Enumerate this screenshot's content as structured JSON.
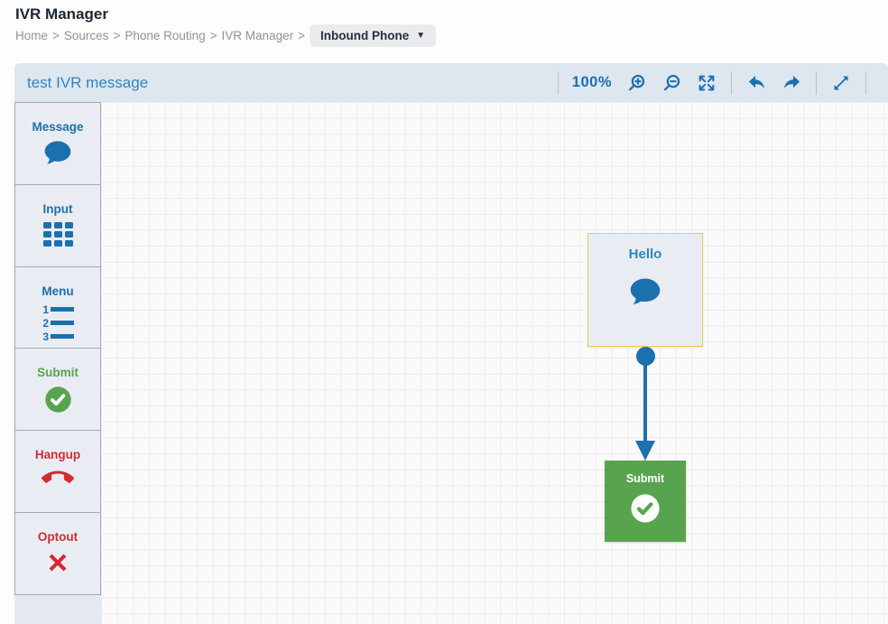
{
  "page": {
    "title": "IVR Manager"
  },
  "breadcrumb": {
    "items": [
      "Home",
      "Sources",
      "Phone Routing",
      "IVR Manager"
    ],
    "separator": ">",
    "selector_label": "Inbound Phone"
  },
  "flow": {
    "title": "test IVR message"
  },
  "toolbar": {
    "zoom_level": "100%",
    "icons": [
      "zoom-in",
      "zoom-out",
      "fit-screen",
      "undo",
      "redo",
      "fullscreen"
    ]
  },
  "palette": {
    "items": [
      {
        "label": "Message",
        "icon": "speech-bubble-icon",
        "color": "#1b70ae"
      },
      {
        "label": "Input",
        "icon": "keypad-grid-icon",
        "color": "#1b70ae"
      },
      {
        "label": "Menu",
        "icon": "numbered-list-icon",
        "color": "#1b70ae"
      },
      {
        "label": "Submit",
        "icon": "check-circle-icon",
        "color": "#58a44e"
      },
      {
        "label": "Hangup",
        "icon": "hangup-phone-icon",
        "color": "#d32b30"
      },
      {
        "label": "Optout",
        "icon": "cross-icon",
        "color": "#d32b30"
      }
    ],
    "menu_digits": [
      "1",
      "2",
      "3"
    ]
  },
  "canvas": {
    "nodes": [
      {
        "label": "Hello",
        "type": "message",
        "icon": "speech-bubble-icon"
      },
      {
        "label": "Submit",
        "type": "submit",
        "icon": "check-circle-icon"
      }
    ],
    "edges": [
      {
        "from": "Hello",
        "to": "Submit"
      }
    ]
  },
  "colors": {
    "primary_blue": "#1b70ae",
    "node_title_blue": "#2e86be",
    "green": "#58a44e",
    "red": "#d32b30",
    "node_border_yellow": "#e3cf51",
    "header_bg": "#dee6ef",
    "sidebar_bg": "#e4e9f1",
    "canvas_bg": "#fafafa",
    "grid_line": "#ececec"
  }
}
